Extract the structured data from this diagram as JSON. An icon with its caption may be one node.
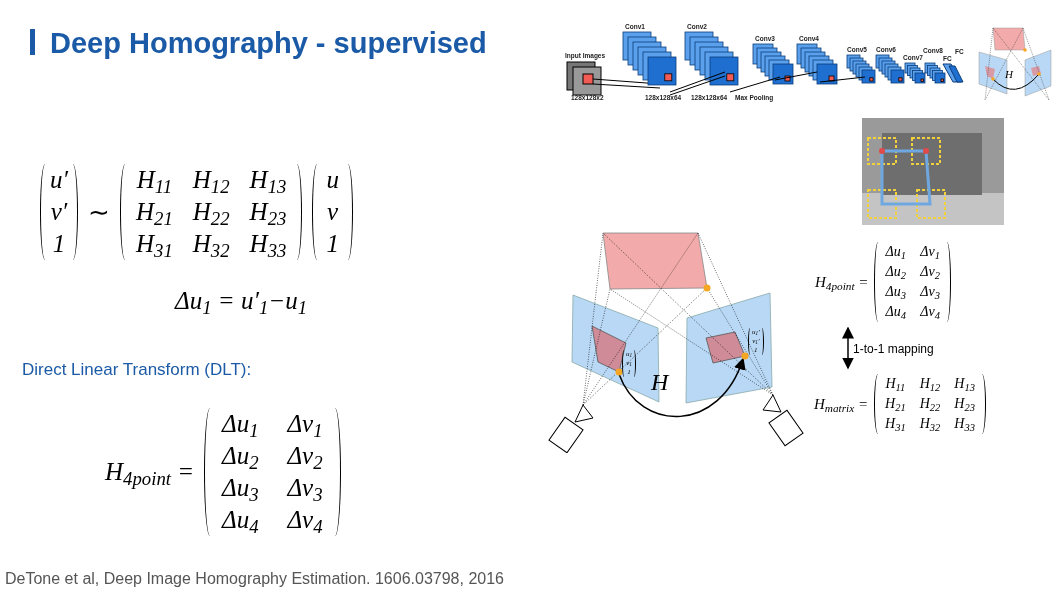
{
  "diagram": {
    "title": "Deep Homography - supervised",
    "caption": "DeTone et al, Deep Image Homography Estimation.  1606.03798, 2016",
    "nodes": [
      {
        "text": [
          "H$_{4point}$ =",
          "Δu$_{1}$",
          "Δv$_{1}$",
          "Δu$_{2}$",
          "Δv$_{2}$",
          "Δu$_{3}$",
          "Δv$_{3}$",
          "Δu$_{4}$",
          "Δv$_{4}$"
        ]
      },
      {
        "text": [
          "H$_{matrix}$ =",
          "H$_{11}$",
          "H$_{12}$",
          "H$_{13}$",
          "H$_{21}$",
          "H$_{22}$",
          "H$_{23}$",
          "H$_{31}$",
          "H$_{32}$",
          "H$_{33}$"
        ]
      }
    ],
    "edges": [
      {
        "from": 0,
        "to": 1,
        "arrow": "both",
        "label": "1-to-1 mapping"
      }
    ],
    "labels": [
      "Direct Linear Transform (DLT):",
      "u′",
      "v′",
      "1",
      "∼",
      "H$_{11}$",
      "H$_{12}$",
      "H$_{13}$",
      "H$_{21}$",
      "H$_{22}$",
      "H$_{23}$",
      "H$_{31}$",
      "H$_{32}$",
      "H$_{33}$",
      "u",
      "v",
      "1",
      "Δu$_{1}$ = u′$_{1}$−u$_{1}$",
      "H$_{4point}$ =",
      "Δu$_{1}$",
      "Δv$_{1}$",
      "Δu$_{2}$",
      "Δv$_{2}$",
      "Δu$_{3}$",
      "Δv$_{3}$",
      "Δu$_{4}$",
      "Δv$_{4}$",
      "Input Images",
      "Conv1",
      "Conv2",
      "Conv3",
      "Conv4",
      "Conv5",
      "Conv6",
      "Conv7",
      "Conv8",
      "FC",
      "FC",
      "128x128x2",
      "128x128x64",
      "128x128x64",
      "Max Pooling",
      "u$_{1}$",
      "v$_{1}$",
      "1",
      "H",
      "u$_{1}$′",
      "v$_{1}$′",
      "1",
      "H"
    ]
  }
}
